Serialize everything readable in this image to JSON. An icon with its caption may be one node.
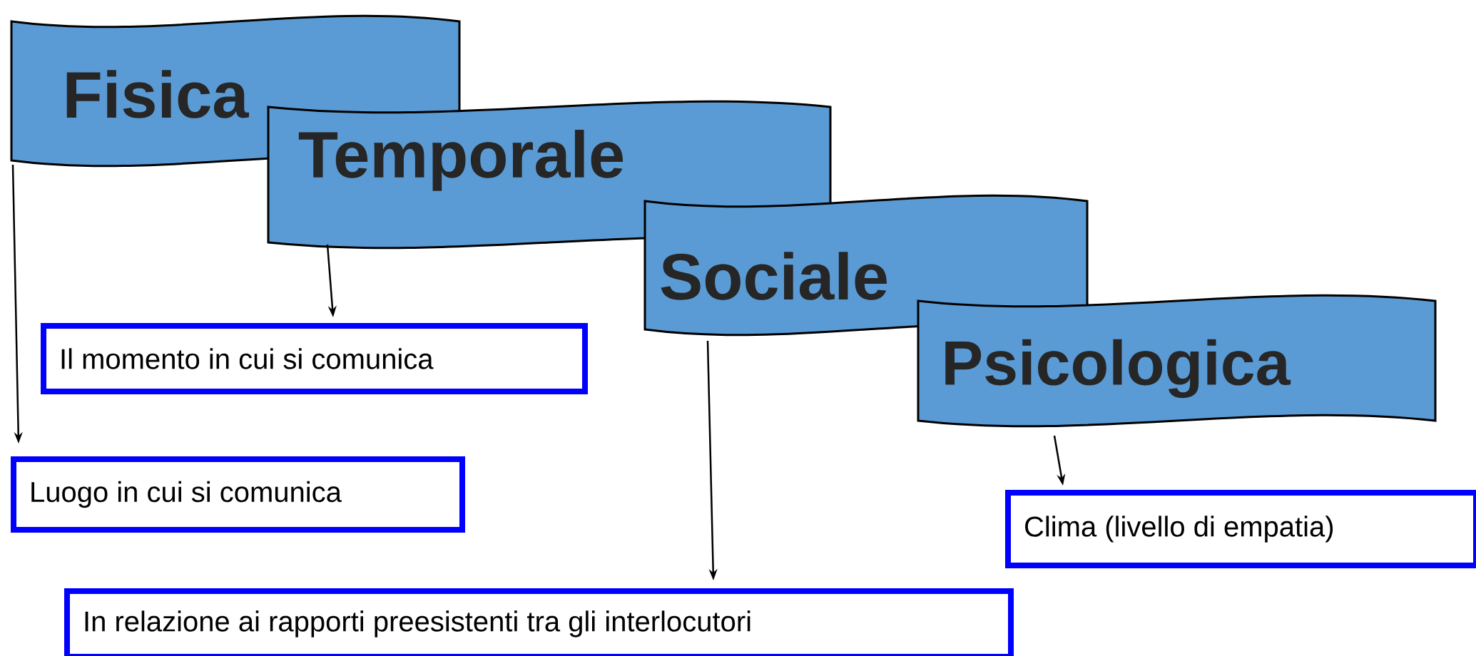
{
  "diagram": {
    "nodes": [
      {
        "text": [
          "Fisica"
        ]
      },
      {
        "text": [
          "Temporale"
        ]
      },
      {
        "text": [
          "Sociale"
        ]
      },
      {
        "text": [
          "Psicologica"
        ]
      },
      {
        "text": [
          "Il momento in cui si comunica"
        ]
      },
      {
        "text": [
          "Luogo in cui si comunica"
        ]
      },
      {
        "text": [
          "Clima (livello di empatia)"
        ]
      },
      {
        "text": [
          "In relazione ai rapporti preesistenti tra gli interlocutori"
        ]
      }
    ],
    "edges": [
      {
        "from": 0,
        "to": 5,
        "arrow": "to"
      },
      {
        "from": 1,
        "to": 4,
        "arrow": "to"
      },
      {
        "from": 2,
        "to": 7,
        "arrow": "to"
      },
      {
        "from": 3,
        "to": 6,
        "arrow": "to"
      }
    ]
  }
}
